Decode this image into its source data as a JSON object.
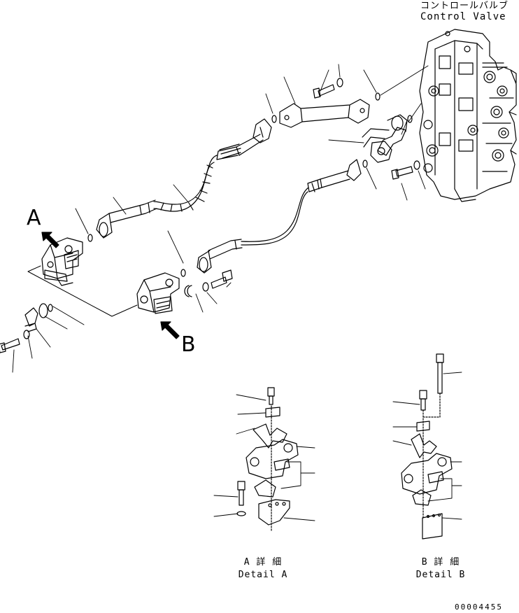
{
  "header": {
    "title_jp": "コントロールバルブ",
    "title_en": "Control Valve"
  },
  "markers": {
    "a": "A",
    "b": "B"
  },
  "details": {
    "a_jp": "A 詳 細",
    "a_en": "Detail A",
    "b_jp": "B 詳 細",
    "b_en": "Detail B"
  },
  "footer": {
    "drawing_number": "00004455"
  }
}
